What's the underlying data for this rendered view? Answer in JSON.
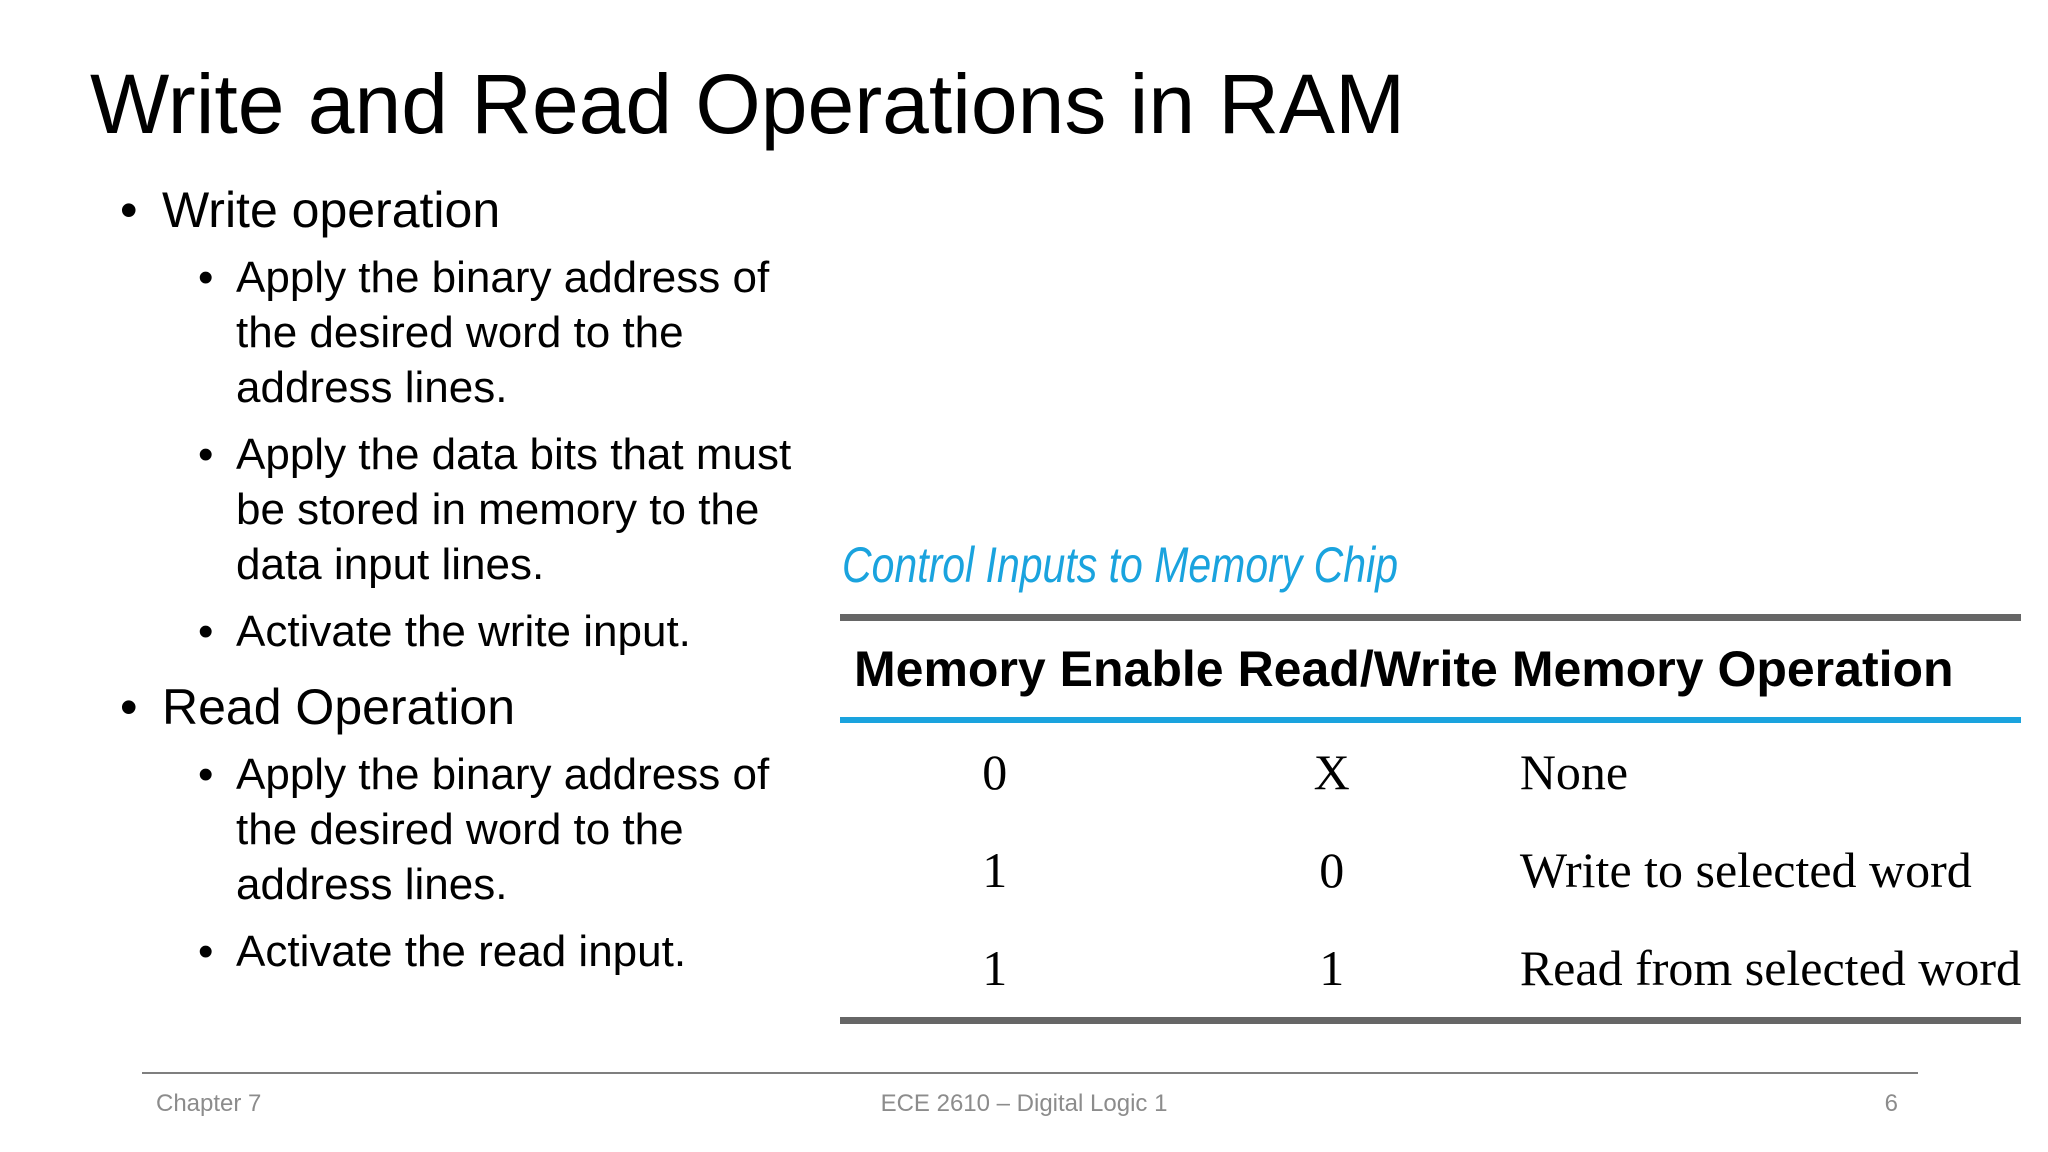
{
  "slide": {
    "title": "Write and Read Operations in RAM",
    "bullet_char": "•",
    "sections": [
      {
        "heading": "Write operation",
        "items": [
          "Apply the binary address of the desired word to the address lines.",
          "Apply the data bits that must be stored in memory to the data input lines.",
          "Activate the write input."
        ]
      },
      {
        "heading": "Read Operation",
        "items": [
          "Apply the binary address of the desired word to the address lines.",
          "Activate the read input."
        ]
      }
    ]
  },
  "table": {
    "caption": "Control Inputs to Memory Chip",
    "headers": [
      "Memory Enable",
      "Read/Write",
      "Memory Operation"
    ],
    "rows": [
      [
        "0",
        "X",
        "None"
      ],
      [
        "1",
        "0",
        "Write to selected word"
      ],
      [
        "1",
        "1",
        "Read from selected word"
      ]
    ],
    "colors": {
      "accent": "#1aa3de",
      "rule": "#666666"
    }
  },
  "footer": {
    "left": "Chapter 7",
    "center": "ECE 2610 – Digital Logic 1",
    "right": "6"
  }
}
